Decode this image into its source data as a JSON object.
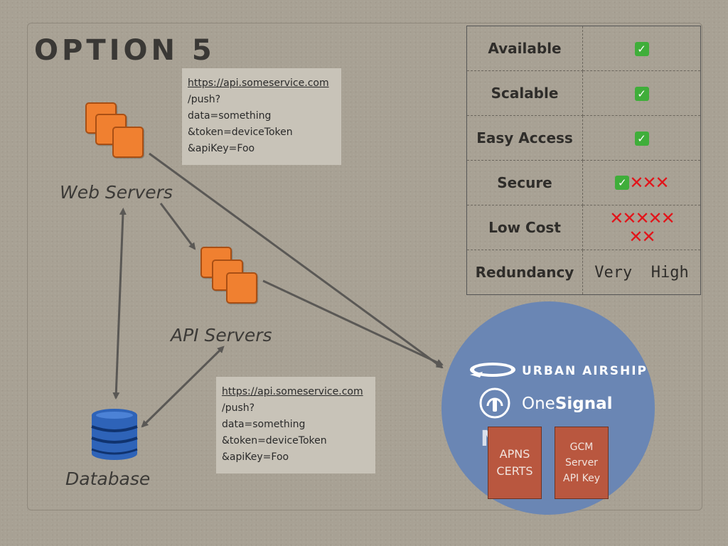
{
  "slide": {
    "title": "OPTION 5"
  },
  "nodes": {
    "web_servers": "Web Servers",
    "api_servers": "API Servers",
    "database": "Database"
  },
  "notes": {
    "web_request": [
      "https://api.someservice.com",
      "/push?",
      "data=something",
      "&token=deviceToken",
      "&apiKey=Foo"
    ],
    "api_request": [
      "https://api.someservice.com",
      "/push?",
      "data=something",
      "&token=deviceToken",
      "&apiKey=Foo"
    ]
  },
  "table": {
    "rows": [
      {
        "label": "Available"
      },
      {
        "label": "Scalable"
      },
      {
        "label": "Easy Access"
      },
      {
        "label": "Secure"
      },
      {
        "label": "Low Cost"
      },
      {
        "label": "Redundancy",
        "value": "Very  High"
      }
    ]
  },
  "providers": {
    "urban_airship": "URBAN AIRSHIP",
    "onesignal_prefix": "One",
    "onesignal_suffix": "Signal",
    "obscured_label": "N          Os",
    "apns": [
      "APNS",
      "CERTS"
    ],
    "gcm": [
      "GCM",
      "Server",
      "API Key"
    ]
  },
  "colors": {
    "server_orange": "#f08030",
    "database_blue": "#2e63b8",
    "provider_circle": "#6a86b4",
    "cert_red": "#b9573f",
    "check_green": "#3fae3a",
    "cross_red": "#e2141a"
  },
  "icons": {
    "server": "server-stack-icon",
    "database": "database-icon",
    "check": "green-check-icon",
    "cross": "red-x-icon"
  }
}
